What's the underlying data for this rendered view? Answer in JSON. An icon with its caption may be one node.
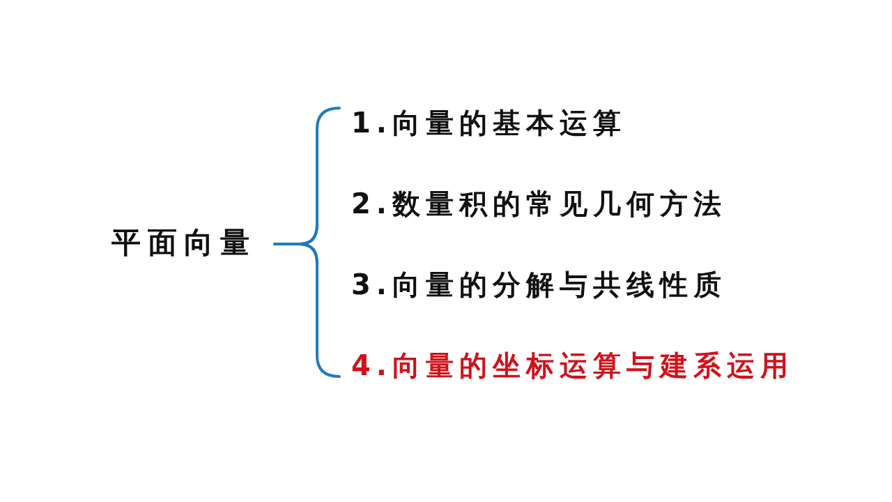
{
  "diagram": {
    "nodes": [
      {
        "text": [
          "平面向量"
        ]
      },
      {
        "text": [
          "1.向量的基本运算"
        ]
      },
      {
        "text": [
          "2.数量积的常见几何方法"
        ]
      },
      {
        "text": [
          "3.向量的分解与共线性质"
        ]
      },
      {
        "text": [
          "4.向量的坐标运算与建系运用"
        ]
      }
    ],
    "edges": [
      {
        "from": 0,
        "to": 1,
        "arrow": "none"
      },
      {
        "from": 0,
        "to": 2,
        "arrow": "none"
      },
      {
        "from": 0,
        "to": 3,
        "arrow": "none"
      },
      {
        "from": 0,
        "to": 4,
        "arrow": "none"
      }
    ]
  }
}
